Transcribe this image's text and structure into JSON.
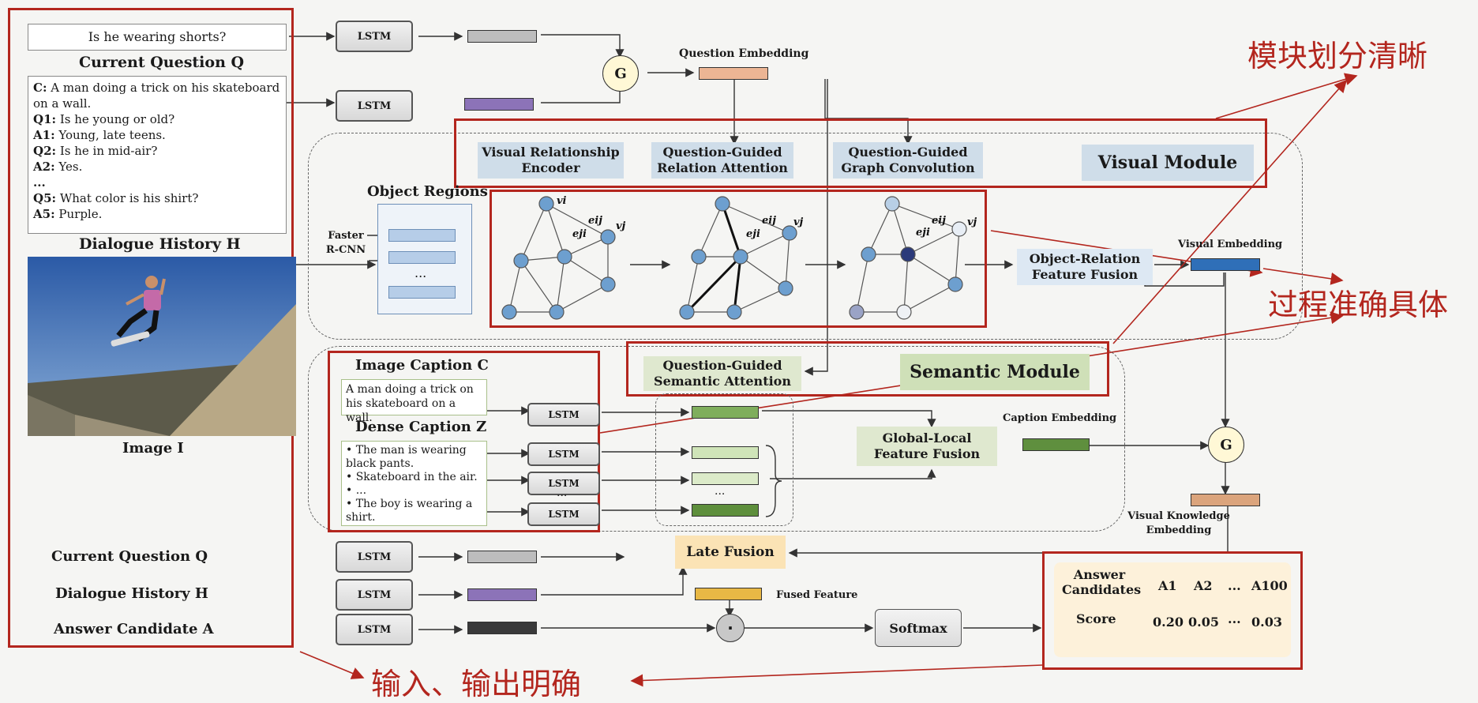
{
  "left": {
    "question_text": "Is he wearing shorts?",
    "current_question_label": "Current  Question Q",
    "history_lines": [
      {
        "k": "C:",
        "v": "A man doing a trick on his skateboard on a wall."
      },
      {
        "k": "Q1:",
        "v": "Is he young or old?"
      },
      {
        "k": "A1:",
        "v": "Young, late teens."
      },
      {
        "k": "Q2:",
        "v": "Is he in mid-air?"
      },
      {
        "k": "A2:",
        "v": "Yes."
      },
      {
        "k": "...",
        "v": ""
      },
      {
        "k": "Q5:",
        "v": "What color is his shirt?"
      },
      {
        "k": "A5:",
        "v": "Purple."
      }
    ],
    "dialogue_history_label": "Dialogue History H",
    "image_label": "Image I"
  },
  "lstm_label": "LSTM",
  "top": {
    "g_label": "G",
    "question_embedding": "Question Embedding"
  },
  "visual": {
    "module_title": "Visual Module",
    "vre": "Visual Relationship Encoder",
    "qgra": "Question-Guided Relation Attention",
    "qggc": "Question-Guided Graph Convolution",
    "object_regions": "Object Regions",
    "faster_rcnn": "Faster R-CNN",
    "ellipsis": "...",
    "fusion": "Object-Relation Feature Fusion",
    "visual_embedding": "Visual Embedding",
    "graph_labels": {
      "vi": "vi",
      "vj": "vj",
      "eij": "eij",
      "eji": "eji"
    }
  },
  "semantic": {
    "module_title": "Semantic Module",
    "qgsa": "Question-Guided Semantic Attention",
    "image_caption_title": "Image Caption C",
    "image_caption_text": "A man doing a trick on his skateboard on a wall.",
    "dense_caption_title": "Dense Caption Z",
    "dense_lines": [
      "The man is wearing black pants.",
      "Skateboard in the air.",
      "...",
      "The boy is wearing a shirt."
    ],
    "global_local": "Global-Local Feature Fusion",
    "caption_embedding": "Caption Embedding",
    "dots": "..."
  },
  "bottom": {
    "current_question": "Current Question Q",
    "dialogue_history": "Dialogue History H",
    "answer_candidate": "Answer Candidate A",
    "late_fusion": "Late Fusion",
    "fused_feature": "Fused Feature",
    "dot": "·",
    "softmax": "Softmax",
    "g_label": "G",
    "visual_knowledge": "Visual Knowledge Embedding"
  },
  "answers": {
    "candidates_label": "Answer Candidates",
    "score_label": "Score",
    "headers": [
      "A1",
      "A2",
      "...",
      "A100"
    ],
    "scores": [
      "0.20",
      "0.05",
      "···",
      "0.03"
    ]
  },
  "annotations": {
    "clear_modules": "模块划分清晰",
    "precise_process": "过程准确具体",
    "clear_io": "输入、输出明确"
  },
  "colors": {
    "annotation_red": "#b3261e",
    "node_blue": "#6d9fcf",
    "visual_tag": "#cfdde9",
    "semantic_tag": "#dfe8cf",
    "late_fusion": "#fbe3b5"
  }
}
